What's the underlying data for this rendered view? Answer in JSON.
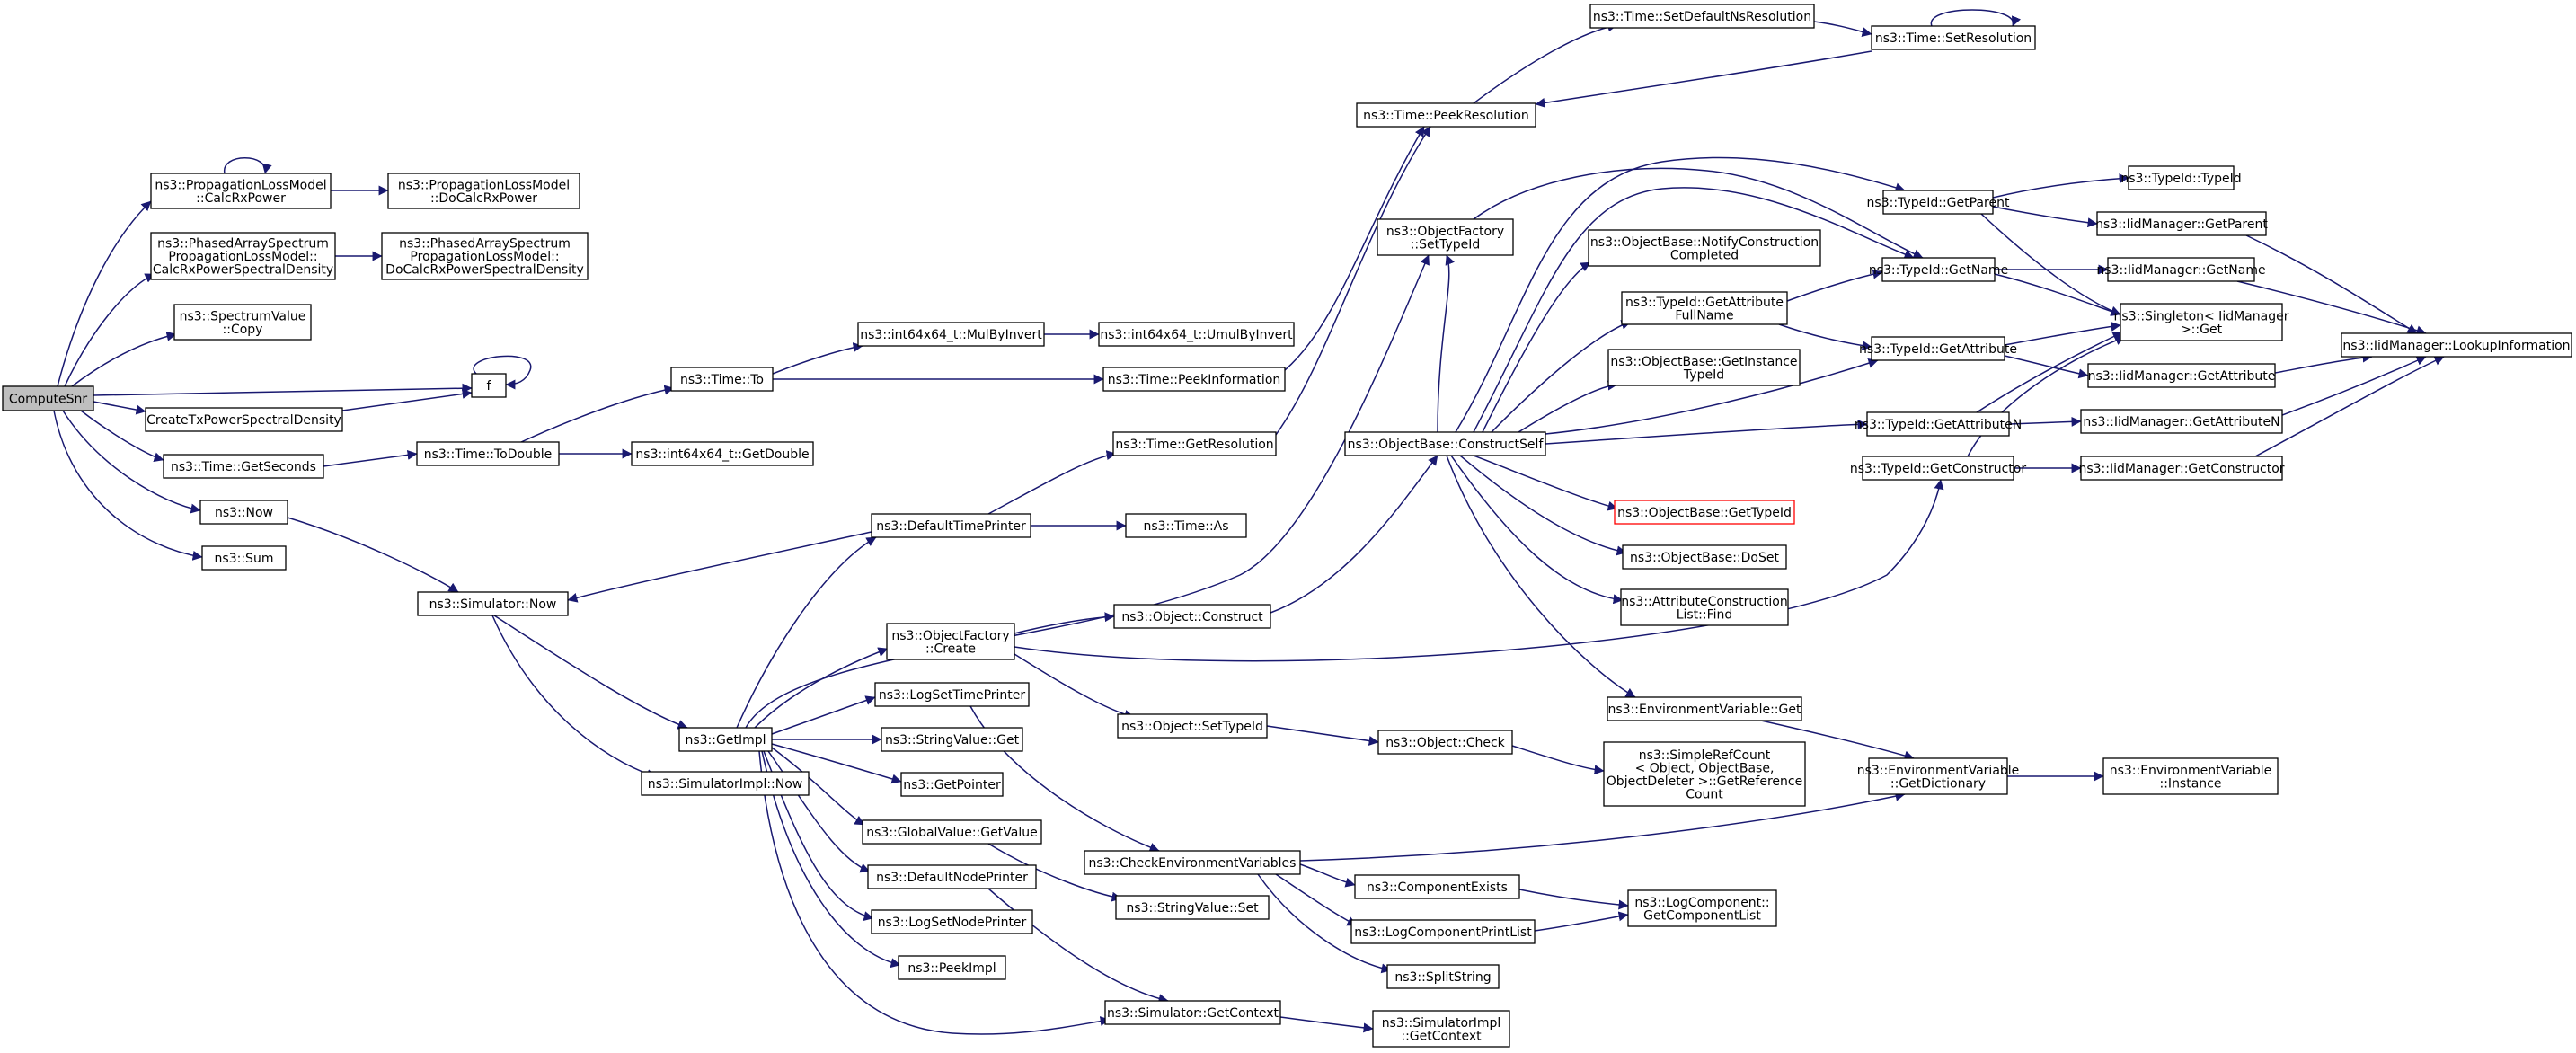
{
  "colors": {
    "edge": "#191970",
    "root_fill": "#bfbfbf",
    "node_border": "#000000",
    "missing_border": "#ff0000"
  },
  "nodes": {
    "computesnr": {
      "lines": [
        "ComputeSnr"
      ],
      "root": true
    },
    "plm_calcrx": {
      "lines": [
        "ns3::PropagationLossModel",
        "::CalcRxPower"
      ]
    },
    "plm_docalcrx": {
      "lines": [
        "ns3::PropagationLossModel",
        "::DoCalcRxPower"
      ]
    },
    "pas_calcpsd": {
      "lines": [
        "ns3::PhasedArraySpectrum",
        "PropagationLossModel::",
        "CalcRxPowerSpectralDensity"
      ]
    },
    "pas_docalcpsd": {
      "lines": [
        "ns3::PhasedArraySpectrum",
        "PropagationLossModel::",
        "DoCalcRxPowerSpectralDensity"
      ]
    },
    "spectrumvalue_copy": {
      "lines": [
        "ns3::SpectrumValue",
        "::Copy"
      ]
    },
    "f": {
      "lines": [
        "f"
      ]
    },
    "createtxpsd": {
      "lines": [
        "CreateTxPowerSpectralDensity"
      ]
    },
    "time_getseconds": {
      "lines": [
        "ns3::Time::GetSeconds"
      ]
    },
    "now": {
      "lines": [
        "ns3::Now"
      ]
    },
    "sum": {
      "lines": [
        "ns3::Sum"
      ]
    },
    "simulator_now": {
      "lines": [
        "ns3::Simulator::Now"
      ]
    },
    "time_todouble": {
      "lines": [
        "ns3::Time::ToDouble"
      ]
    },
    "i64_getdouble": {
      "lines": [
        "ns3::int64x64_t::GetDouble"
      ]
    },
    "time_to": {
      "lines": [
        "ns3::Time::To"
      ]
    },
    "i64_mulbyinvert": {
      "lines": [
        "ns3::int64x64_t::MulByInvert"
      ]
    },
    "i64_umulbyinvert": {
      "lines": [
        "ns3::int64x64_t::UmulByInvert"
      ]
    },
    "time_peekinformation": {
      "lines": [
        "ns3::Time::PeekInformation"
      ]
    },
    "time_peekresolution": {
      "lines": [
        "ns3::Time::PeekResolution"
      ]
    },
    "time_setdefaultns": {
      "lines": [
        "ns3::Time::SetDefaultNsResolution"
      ]
    },
    "time_setresolution": {
      "lines": [
        "ns3::Time::SetResolution"
      ]
    },
    "time_getresolution": {
      "lines": [
        "ns3::Time::GetResolution"
      ]
    },
    "defaulttimeprinter": {
      "lines": [
        "ns3::DefaultTimePrinter"
      ]
    },
    "time_as": {
      "lines": [
        "ns3::Time::As"
      ]
    },
    "getimpl": {
      "lines": [
        "ns3::GetImpl"
      ]
    },
    "simulatorimpl_now": {
      "lines": [
        "ns3::SimulatorImpl::Now"
      ]
    },
    "objectfactory_create": {
      "lines": [
        "ns3::ObjectFactory",
        "::Create"
      ]
    },
    "logsettimeprinter": {
      "lines": [
        "ns3::LogSetTimePrinter"
      ]
    },
    "stringvalue_get": {
      "lines": [
        "ns3::StringValue::Get"
      ]
    },
    "getpointer": {
      "lines": [
        "ns3::GetPointer"
      ]
    },
    "globalvalue_getvalue": {
      "lines": [
        "ns3::GlobalValue::GetValue"
      ]
    },
    "defaultnodeprinter": {
      "lines": [
        "ns3::DefaultNodePrinter"
      ]
    },
    "logsetnodeprinter": {
      "lines": [
        "ns3::LogSetNodePrinter"
      ]
    },
    "peekimpl": {
      "lines": [
        "ns3::PeekImpl"
      ]
    },
    "object_construct": {
      "lines": [
        "ns3::Object::Construct"
      ]
    },
    "object_settypeid": {
      "lines": [
        "ns3::Object::SetTypeId"
      ]
    },
    "checkenvvars": {
      "lines": [
        "ns3::CheckEnvironmentVariables"
      ]
    },
    "stringvalue_set": {
      "lines": [
        "ns3::StringValue::Set"
      ]
    },
    "simulator_getcontext": {
      "lines": [
        "ns3::Simulator::GetContext"
      ]
    },
    "objectfactory_settypeid": {
      "lines": [
        "ns3::ObjectFactory",
        "::SetTypeId"
      ]
    },
    "objectbase_constructself": {
      "lines": [
        "ns3::ObjectBase::ConstructSelf"
      ]
    },
    "object_check": {
      "lines": [
        "ns3::Object::Check"
      ]
    },
    "componentexists": {
      "lines": [
        "ns3::ComponentExists"
      ]
    },
    "logcomponentprintlist": {
      "lines": [
        "ns3::LogComponentPrintList"
      ]
    },
    "splitstring": {
      "lines": [
        "ns3::SplitString"
      ]
    },
    "simulatorimpl_getcontext": {
      "lines": [
        "ns3::SimulatorImpl",
        "::GetContext"
      ]
    },
    "objectbase_notifyconstruction": {
      "lines": [
        "ns3::ObjectBase::NotifyConstruction",
        "Completed"
      ]
    },
    "typeid_getattributefullname": {
      "lines": [
        "ns3::TypeId::GetAttribute",
        "FullName"
      ]
    },
    "objectbase_getinstancetypeid": {
      "lines": [
        "ns3::ObjectBase::GetInstance",
        "TypeId"
      ]
    },
    "objectbase_gettypeid": {
      "lines": [
        "ns3::ObjectBase::GetTypeId"
      ],
      "missing": true
    },
    "objectbase_doset": {
      "lines": [
        "ns3::ObjectBase::DoSet"
      ]
    },
    "attributeconstructionlist_find": {
      "lines": [
        "ns3::AttributeConstruction",
        "List::Find"
      ]
    },
    "envvar_get": {
      "lines": [
        "ns3::EnvironmentVariable::Get"
      ]
    },
    "simplerefcount": {
      "lines": [
        "ns3::SimpleRefCount",
        "< Object, ObjectBase,",
        "ObjectDeleter >::GetReference",
        "Count"
      ]
    },
    "logcomponent_getcomponentlist": {
      "lines": [
        "ns3::LogComponent::",
        "GetComponentList"
      ]
    },
    "typeid_getparent": {
      "lines": [
        "ns3::TypeId::GetParent"
      ]
    },
    "typeid_getname": {
      "lines": [
        "ns3::TypeId::GetName"
      ]
    },
    "typeid_getattribute": {
      "lines": [
        "ns3::TypeId::GetAttribute"
      ]
    },
    "typeid_getattributen": {
      "lines": [
        "ns3::TypeId::GetAttributeN"
      ]
    },
    "typeid_getconstructor": {
      "lines": [
        "ns3::TypeId::GetConstructor"
      ]
    },
    "envvar_getdictionary": {
      "lines": [
        "ns3::EnvironmentVariable",
        "::GetDictionary"
      ]
    },
    "typeid_typeid": {
      "lines": [
        "ns3::TypeId::TypeId"
      ]
    },
    "iidmanager_getparent": {
      "lines": [
        "ns3::IidManager::GetParent"
      ]
    },
    "iidmanager_getname": {
      "lines": [
        "ns3::IidManager::GetName"
      ]
    },
    "singleton_get": {
      "lines": [
        "ns3::Singleton< IidManager",
        ">::Get"
      ]
    },
    "iidmanager_getattribute": {
      "lines": [
        "ns3::IidManager::GetAttribute"
      ]
    },
    "iidmanager_getattributen": {
      "lines": [
        "ns3::IidManager::GetAttributeN"
      ]
    },
    "iidmanager_getconstructor": {
      "lines": [
        "ns3::IidManager::GetConstructor"
      ]
    },
    "envvar_instance": {
      "lines": [
        "ns3::EnvironmentVariable",
        "::Instance"
      ]
    },
    "iidmanager_lookupinformation": {
      "lines": [
        "ns3::IidManager::LookupInformation"
      ]
    }
  }
}
